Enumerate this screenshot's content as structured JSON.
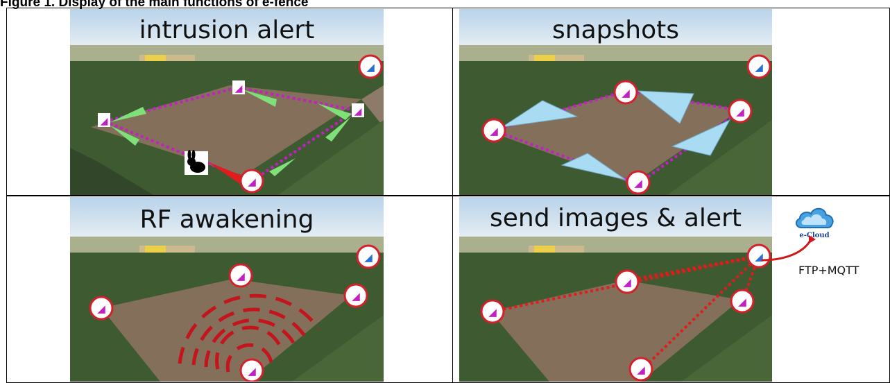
{
  "figure": {
    "caption": "Figure 1. Display of the main functions of e-fence"
  },
  "panels": [
    {
      "title": "intrusion alert"
    },
    {
      "title": "snapshots"
    },
    {
      "title": "RF awakening"
    },
    {
      "title": "send images & alert"
    }
  ],
  "cloud": {
    "label": "e-Cloud",
    "protocol": "FTP+MQTT"
  },
  "colors": {
    "link_dotted": "#c21fc4",
    "alert_red": "#e21b1b",
    "arrow_green": "#7fe07a",
    "camera_blue": "#a9dcf2",
    "node_ring": "#d4202a"
  },
  "icons": [
    "sensor-node-icon",
    "gateway-icon",
    "rabbit-icon",
    "cloud-icon"
  ]
}
